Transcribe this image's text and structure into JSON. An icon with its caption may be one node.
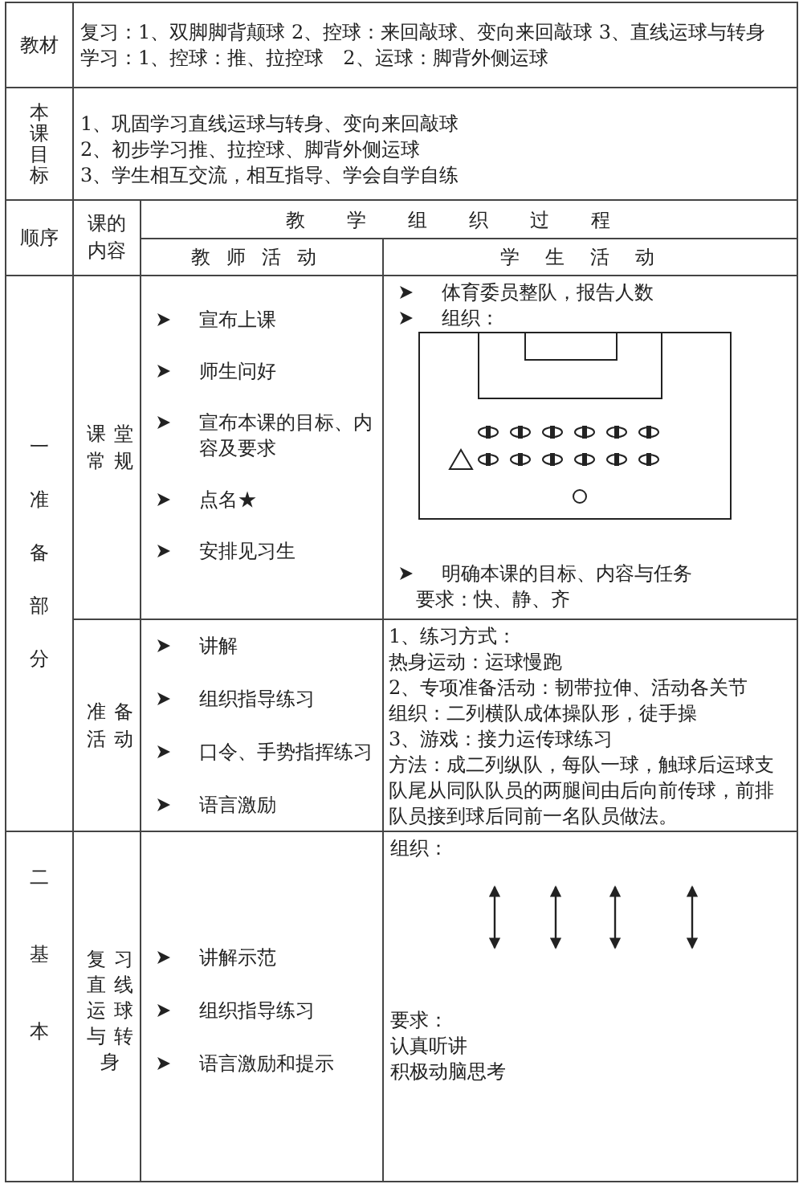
{
  "diagram": {
    "labels": [
      "教材",
      "复习：1、双脚脚背颠球 2、控球：来回敲球、变向来回敲球 3、直线运球与转身",
      "学习：1、控球：推、拉控球　2、运球：脚背外侧运球",
      "本课目标",
      "1、巩固学习直线运球与转身、变向来回敲球",
      "2、初步学习推、拉控球、脚背外侧运球",
      "3、学生相互交流，相互指导、学会自学自练",
      "顺序",
      "课的内容",
      "教学组织过程",
      "教师活动",
      "学生活动",
      "一准备部分",
      "课堂常规",
      "宣布上课",
      "师生问好",
      "宣布本课的目标、内容及要求",
      "点名★",
      "安排见习生",
      "体育委员整队，报告人数",
      "组织：",
      "明确本课的目标、内容与任务",
      "要求：快、静、齐",
      "准备活动",
      "讲解",
      "组织指导练习",
      "口令、手势指挥练习",
      "语言激励",
      "1、练习方式：",
      "热身运动：运球慢跑",
      "2、专项准备活动：韧带拉伸、活动各关节",
      "组织：二列横队成体操队形，徒手操",
      "3、游戏：接力运传球练习",
      "方法：成二列纵队，每队一球，触球后运球支队尾从同队队员的两腿间由后向前传球，前排队员接到球后同前一名队员做法。",
      "二基本",
      "复习直线运球与转身",
      "讲解示范",
      "组织指导练习",
      "语言激励和提示",
      "组织：",
      "要求：",
      "认真听讲",
      "积极动脑思考"
    ]
  }
}
